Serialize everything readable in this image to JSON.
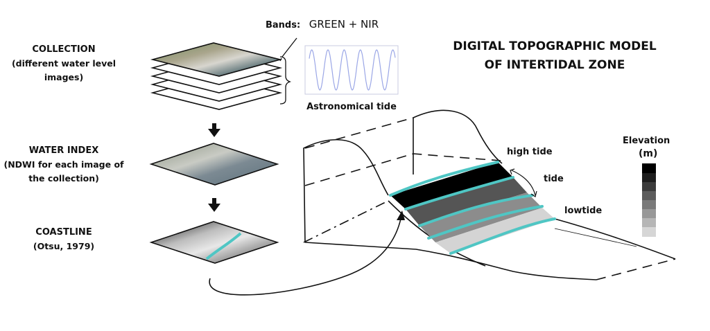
{
  "bands": {
    "label": "Bands:",
    "value": "GREEN + NIR"
  },
  "collection": {
    "title": "COLLECTION",
    "subtitle_line1": "(different water level",
    "subtitle_line2": "images)"
  },
  "water_index": {
    "title": "WATER INDEX",
    "subtitle_line1": "(NDWI for each image of",
    "subtitle_line2": "the collection)"
  },
  "coastline": {
    "title": "COASTLINE",
    "subtitle": "(Otsu, 1979)"
  },
  "tide_chart": {
    "caption": "Astronomical tide"
  },
  "model_title": {
    "line1": "DIGITAL TOPOGRAPHIC MODEL",
    "line2": "OF INTERTIDAL ZONE"
  },
  "labels": {
    "high": "high tide",
    "tide": "tide",
    "low": "lowtide"
  },
  "elevation": {
    "label": "Elevation",
    "unit": "(m)"
  },
  "colors": {
    "coastline": "#4fc6c4",
    "line": "#111111",
    "tide_wave": "#9aa6e6"
  }
}
